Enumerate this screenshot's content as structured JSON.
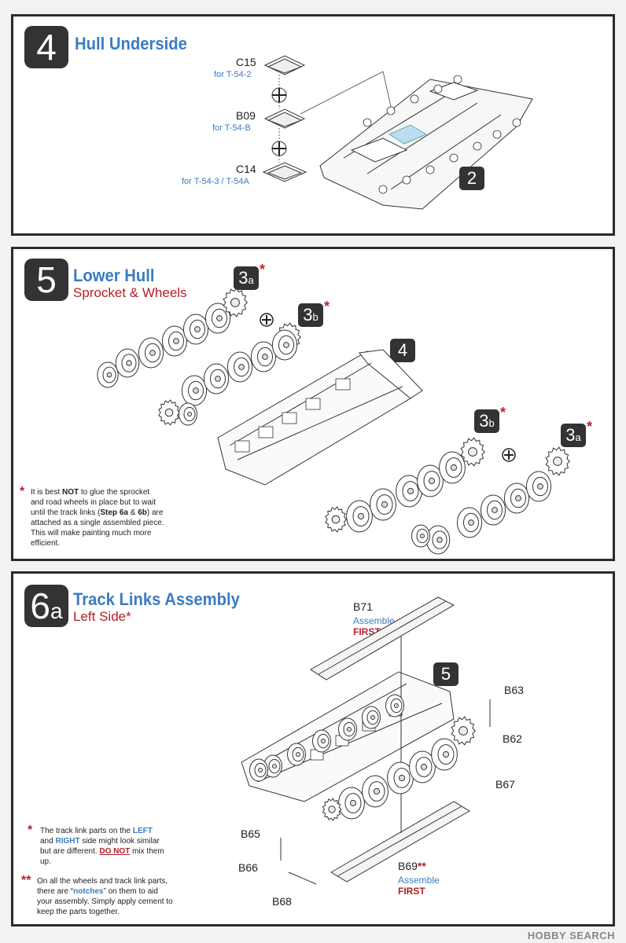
{
  "step4": {
    "number": "4",
    "title": "Hull Underside",
    "parts": [
      {
        "code": "C15",
        "note": "for T-54-2"
      },
      {
        "code": "B09",
        "note": "for T-54-B"
      },
      {
        "code": "C14",
        "note": "for T-54-3 / T-54A"
      }
    ],
    "ref": "2"
  },
  "step5": {
    "number": "5",
    "title": "Lower Hull",
    "subtitle": "Sprocket & Wheels",
    "refs": [
      {
        "main": "3",
        "sub": "a",
        "star": "*"
      },
      {
        "main": "3",
        "sub": "b",
        "star": "*"
      },
      {
        "main": "4",
        "sub": "",
        "star": ""
      },
      {
        "main": "3",
        "sub": "b",
        "star": "*"
      },
      {
        "main": "3",
        "sub": "a",
        "star": "*"
      }
    ],
    "note": {
      "star": "*",
      "p1": "It is best ",
      "b1": "NOT",
      "p2": " to glue the sprocket and road wheels in place but to wait until the track links (",
      "b2": "Step 6a",
      "p3": " & ",
      "b3": "6b",
      "p4": ") are attached as a single assembled piece.  This will make painting much more efficient."
    }
  },
  "step6a": {
    "number": "6",
    "number_sub": "a",
    "title": "Track Links Assembly",
    "subtitle": "Left Side",
    "subtitle_star": "*",
    "ref": "5",
    "parts": {
      "b71": "B71",
      "b71_assemble": "Assemble",
      "b71_first": "FIRST",
      "b63": "B63",
      "b62": "B62",
      "b67": "B67",
      "b65": "B65",
      "b66": "B66",
      "b68": "B68",
      "b69": "B69",
      "b69_star": "**",
      "b69_assemble": "Assemble",
      "b69_first": "FIRST"
    },
    "note1": {
      "star": "*",
      "p1": "The track link parts on the ",
      "left": "LEFT",
      "p2": " and ",
      "right": "RIGHT",
      "p3": " side might look similar but are different. ",
      "donot": "DO NOT",
      "p4": " mix them up."
    },
    "note2": {
      "star": "**",
      "p1": "On all the wheels and track link parts, there are “",
      "notches": "notches",
      "p2": "” on them to aid your assembly.  Simply apply cement to keep the parts together."
    }
  },
  "watermark": "HOBBY SEARCH",
  "colors": {
    "accent_blue": "#3a7cc2",
    "accent_red": "#b4202a",
    "step_box": "#333333"
  }
}
